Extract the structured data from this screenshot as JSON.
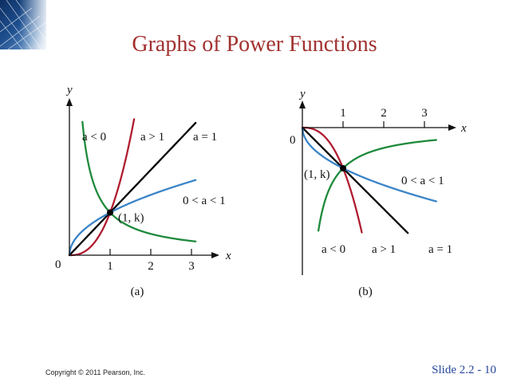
{
  "slide": {
    "title": "Graphs of Power Functions",
    "copyright": "Copyright © 2011 Pearson, Inc.",
    "slide_number": "Slide 2.2 - 10"
  },
  "colors": {
    "title": "#a1312f",
    "slide_number": "#27479a",
    "a_less_0": "#1e8a3c",
    "a_greater_1": "#b01c30",
    "a_equal_1": "#000000",
    "a_between_0_1": "#3a84c8"
  },
  "chart_data": [
    {
      "type": "line",
      "panel": "(a)",
      "function": "k * x^a",
      "k": 1,
      "xlabel": "x",
      "ylabel": "y",
      "xlim": [
        0,
        3.3
      ],
      "ylim": [
        0,
        3.2
      ],
      "origin_label": "0",
      "x_ticks": [
        1,
        2,
        3
      ],
      "x_tick_labels": [
        "1",
        "2",
        "3"
      ],
      "grid": false,
      "point": {
        "x": 1,
        "y": 1,
        "label": "(1, k)"
      },
      "series": [
        {
          "label": "a < 0",
          "exponent": -1,
          "color": "#1e8a3c"
        },
        {
          "label": "a > 1",
          "exponent": 2.5,
          "color": "#b01c30"
        },
        {
          "label": "a = 1",
          "exponent": 1,
          "color": "#000000"
        },
        {
          "label": "0 < a < 1",
          "exponent": 0.5,
          "color": "#3a84c8"
        }
      ]
    },
    {
      "type": "line",
      "panel": "(b)",
      "function": "-k * x^a",
      "k": 1,
      "xlabel": "x",
      "ylabel": "y",
      "xlim": [
        0,
        3.5
      ],
      "ylim": [
        -2.6,
        0
      ],
      "origin_label": "0",
      "x_ticks": [
        1,
        2,
        3
      ],
      "x_tick_labels": [
        "1",
        "2",
        "3"
      ],
      "grid": false,
      "point": {
        "x": 1,
        "y": -1,
        "label": "(1, k)"
      },
      "series": [
        {
          "label": "a < 0",
          "exponent": -1,
          "color": "#1e8a3c"
        },
        {
          "label": "a > 1",
          "exponent": 2.5,
          "color": "#b01c30"
        },
        {
          "label": "a = 1",
          "exponent": 1,
          "color": "#000000"
        },
        {
          "label": "0 < a < 1",
          "exponent": 0.5,
          "color": "#3a84c8"
        }
      ]
    }
  ]
}
